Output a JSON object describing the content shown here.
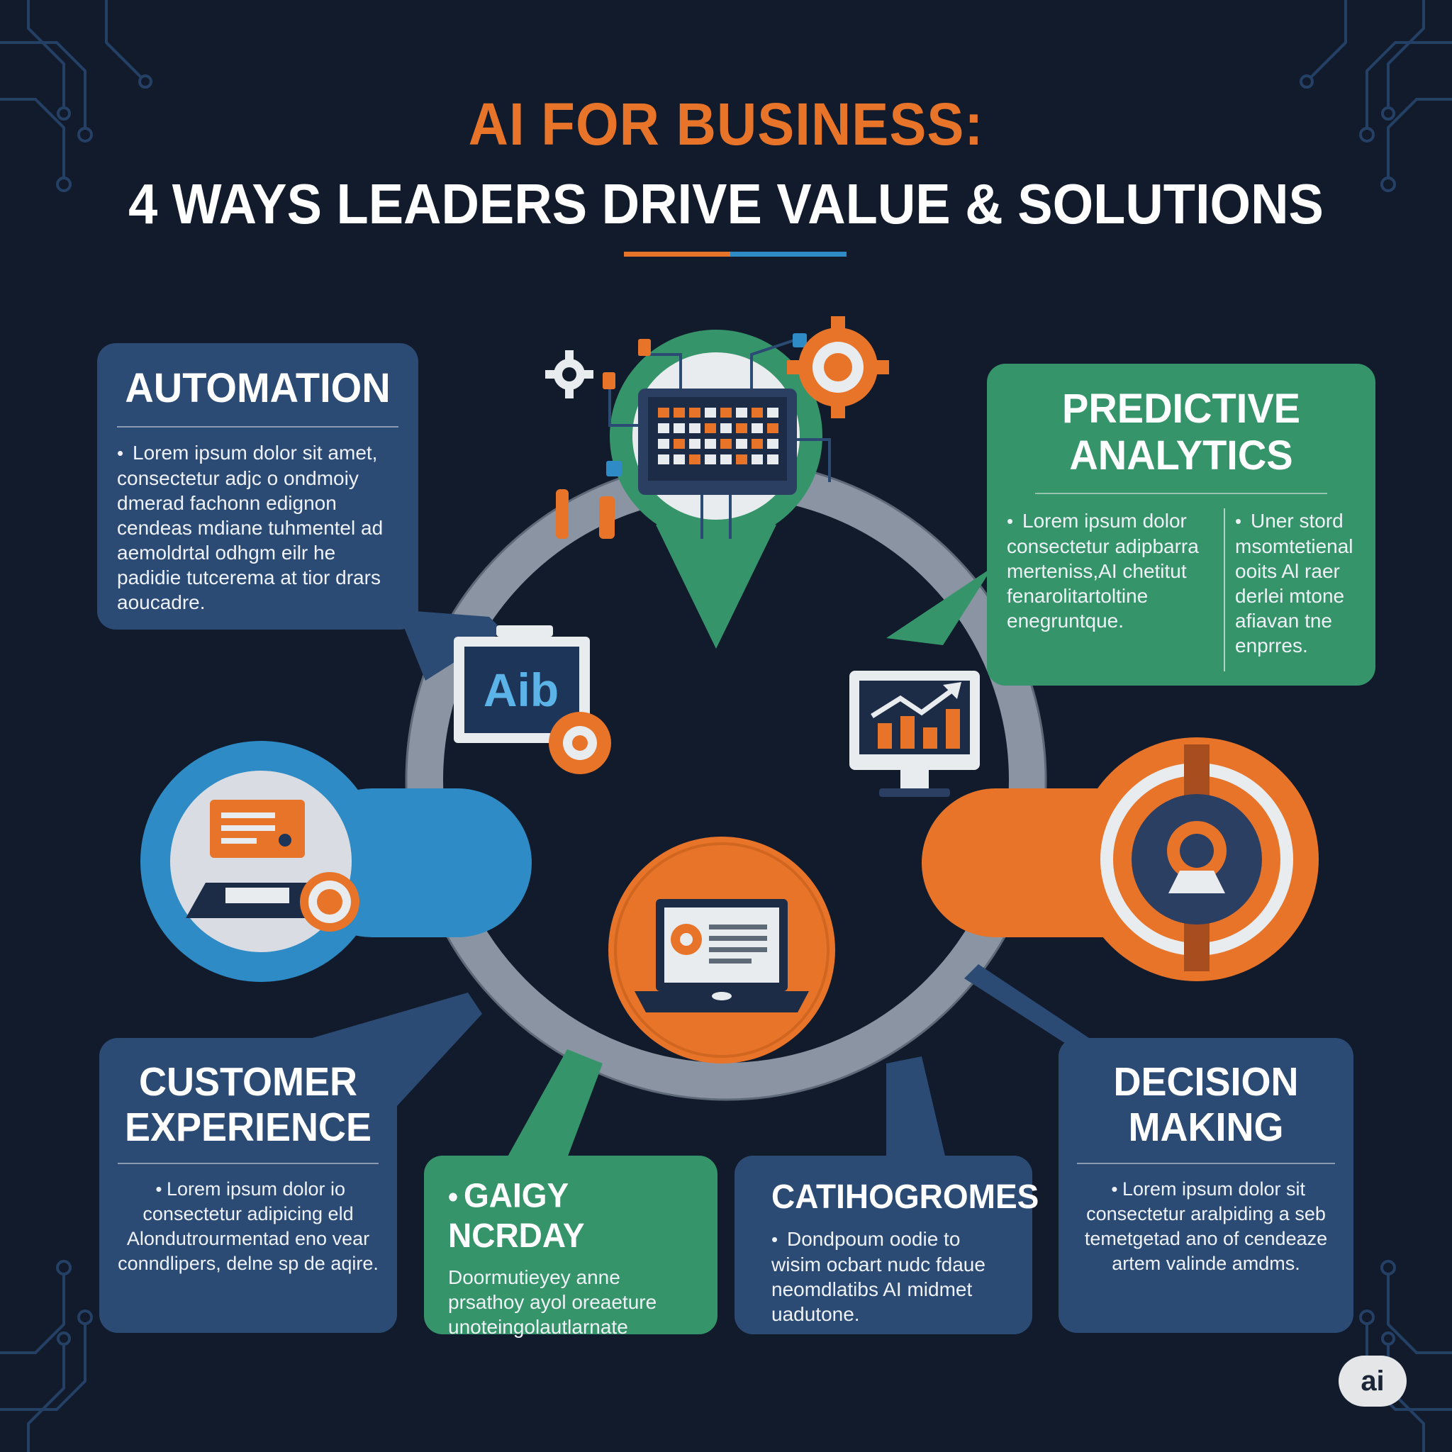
{
  "title": {
    "line1": "AI FOR BUSINESS:",
    "line2": "4 WAYS LEADERS DRIVE VALUE & SOLUTIONS"
  },
  "colors": {
    "background": "#111b2b",
    "orange": "#e8742a",
    "blue": "#2e8bc6",
    "navy": "#2b4a74",
    "green": "#36946b",
    "ring": "#8a94a3"
  },
  "cards": {
    "automation": {
      "heading": "AUTOMATION",
      "text": "Lorem ipsum dolor sit amet, consectetur adjc o ondmoiy dmerad fachonn edignon cendeas mdiane tuhmentel ad aemoldrtal odhgm eilr he padidie tutcerema at tior drars aoucadre."
    },
    "predictive": {
      "heading_line1": "PREDICTIVE",
      "heading_line2": "ANALYTICS",
      "text_left": "Lorem ipsum dolor consectetur adipbarra merteniss,AI chetitut fenarolitartoltine enegruntque.",
      "text_right": "Uner stord msomtetienal ooits Al raer derlei mtone afiavan tne enprres."
    },
    "customer": {
      "heading_line1": "CUSTOMER",
      "heading_line2": "EXPERIENCE",
      "text": "Lorem ipsum dolor io consectetur adipicing eld Alondutrourmentad eno vear conndlipers, delne sp de aqire."
    },
    "gaigy": {
      "heading": "GAIGY NCRDAY",
      "text": "Doormutieyey anne prsathoy ayol oreaeture unoteingolautlarnate"
    },
    "catiho": {
      "heading": "CATIHOGROMES",
      "text": "Dondpoum oodie to wisim ocbart nudc fdaue neomdlatibs AI midmet uadutone."
    },
    "decision": {
      "heading_line1": "DECISION",
      "heading_line2": "MAKING",
      "text": "Lorem ipsum dolor sit consectetur aralpiding a seb temetgetad ano of cendeaze artem valinde amdms."
    }
  },
  "icons": {
    "aib_label": "Aib",
    "badge_label": "ai"
  }
}
